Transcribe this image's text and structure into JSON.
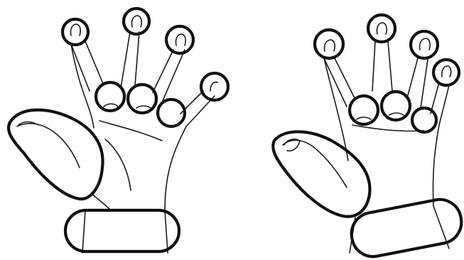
{
  "illustration": {
    "background": "#ffffff",
    "line_color": "#111111",
    "figures": [
      {
        "name": "left-hand",
        "view": "palm",
        "markers": [
          "fingertip",
          "fingertip",
          "fingertip",
          "fingertip",
          "knuckle",
          "knuckle",
          "knuckle",
          "thenar-pad",
          "wrist-band"
        ]
      },
      {
        "name": "right-hand",
        "view": "palm",
        "markers": [
          "fingertip",
          "fingertip",
          "fingertip",
          "fingertip",
          "knuckle",
          "knuckle",
          "knuckle",
          "thenar-pad",
          "wrist-band"
        ]
      }
    ]
  }
}
